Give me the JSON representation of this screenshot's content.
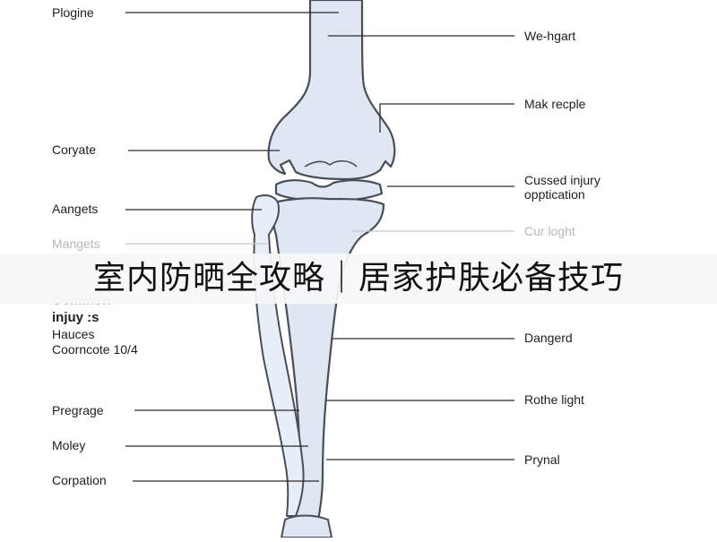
{
  "labels_left": [
    {
      "id": "plogine",
      "text": "Plogine"
    },
    {
      "id": "coryate",
      "text": "Coryate"
    },
    {
      "id": "aangets",
      "text": "Aangets"
    },
    {
      "id": "mangets",
      "text": "Mangets"
    },
    {
      "id": "pregrage",
      "text": "Pregrage"
    },
    {
      "id": "moley",
      "text": "Moley"
    },
    {
      "id": "corpation",
      "text": "Corpation"
    }
  ],
  "labels_right": [
    {
      "id": "we-hgart",
      "text": "We-hgart"
    },
    {
      "id": "mak-recple",
      "text": "Mak recple"
    },
    {
      "id": "cussed-injury-line1",
      "text": "Cussed injury"
    },
    {
      "id": "cussed-injury-line2",
      "text": "opptication"
    },
    {
      "id": "cur-loght",
      "text": "Cur loght"
    },
    {
      "id": "dangerd",
      "text": "Dangerd"
    },
    {
      "id": "rothe-light",
      "text": "Rothe light"
    },
    {
      "id": "prynal",
      "text": "Prynal"
    }
  ],
  "note_block": {
    "heading": "Common",
    "line1": "injuy :s",
    "line2": "Hauces",
    "line3": "Coorncote 10/4"
  },
  "banner": {
    "text": "室内防晒全攻略｜居家护肤必备技巧"
  },
  "colors": {
    "bone_fill": "#dfe7f3",
    "bone_stroke": "#4a4f57",
    "leader_line": "#2b2b2b",
    "faint_text": "#b4b8bd"
  }
}
